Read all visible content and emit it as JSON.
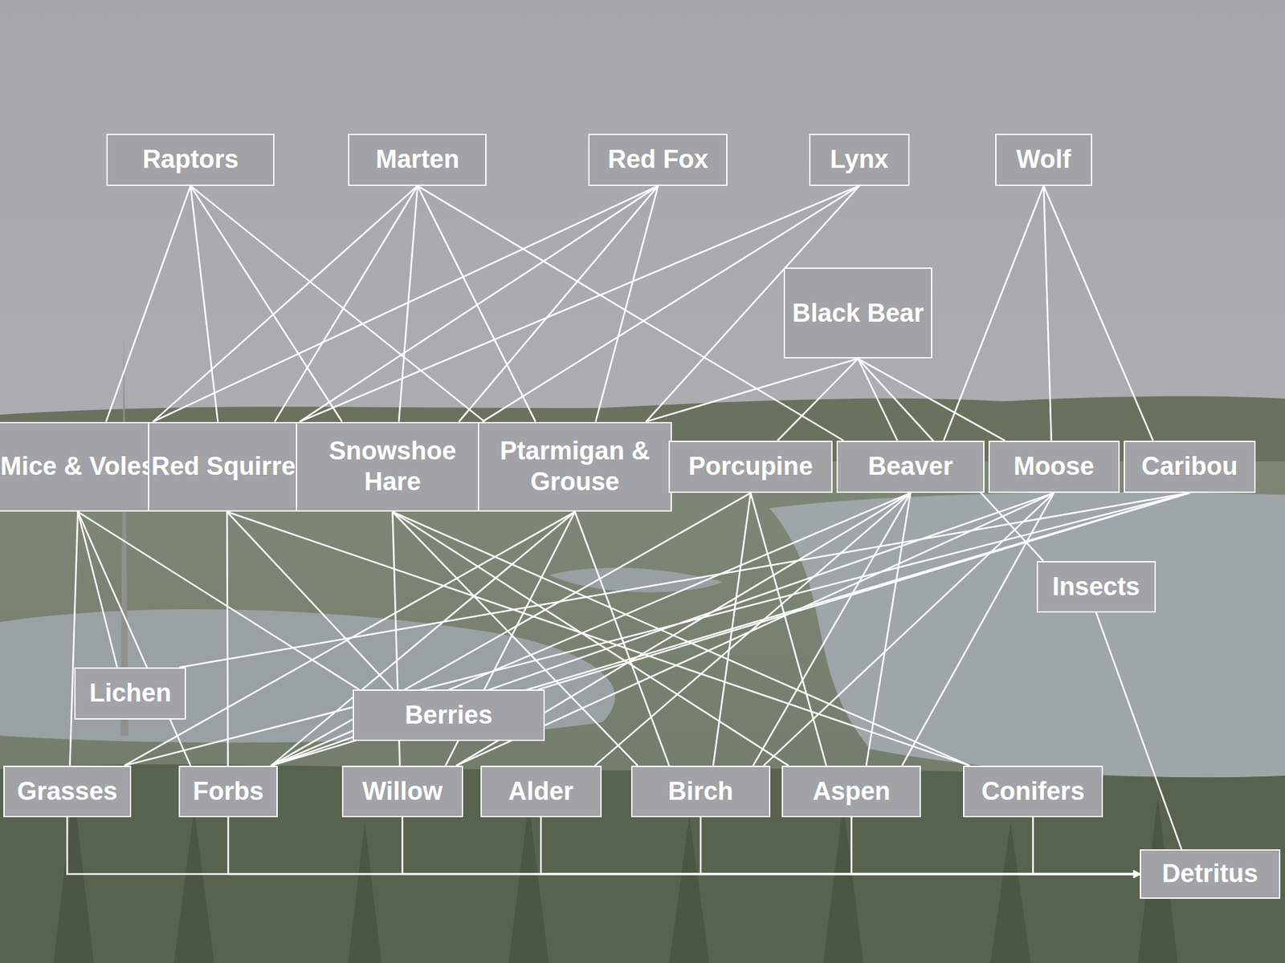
{
  "diagram": {
    "nodes": [
      {
        "text": [
          "Raptors"
        ]
      },
      {
        "text": [
          "Marten"
        ]
      },
      {
        "text": [
          "Red Fox"
        ]
      },
      {
        "text": [
          "Lynx"
        ]
      },
      {
        "text": [
          "Wolf"
        ]
      },
      {
        "text": [
          "Black Bear"
        ]
      },
      {
        "text": [
          "Mice & Voles"
        ]
      },
      {
        "text": [
          "Red Squirrel"
        ]
      },
      {
        "text": [
          "Snowshoe Hare"
        ]
      },
      {
        "text": [
          "Ptarmigan & Grouse"
        ]
      },
      {
        "text": [
          "Porcupine"
        ]
      },
      {
        "text": [
          "Beaver"
        ]
      },
      {
        "text": [
          "Moose"
        ]
      },
      {
        "text": [
          "Caribou"
        ]
      },
      {
        "text": [
          "Insects"
        ]
      },
      {
        "text": [
          "Lichen"
        ]
      },
      {
        "text": [
          "Berries"
        ]
      },
      {
        "text": [
          "Grasses"
        ]
      },
      {
        "text": [
          "Forbs"
        ]
      },
      {
        "text": [
          "Willow"
        ]
      },
      {
        "text": [
          "Alder"
        ]
      },
      {
        "text": [
          "Birch"
        ]
      },
      {
        "text": [
          "Aspen"
        ]
      },
      {
        "text": [
          "Conifers"
        ]
      },
      {
        "text": [
          "Detritus"
        ]
      }
    ],
    "edges": [
      {
        "from": 0,
        "to": 6,
        "arrow": "none"
      },
      {
        "from": 0,
        "to": 7,
        "arrow": "none"
      },
      {
        "from": 0,
        "to": 8,
        "arrow": "none"
      },
      {
        "from": 0,
        "to": 9,
        "arrow": "none"
      },
      {
        "from": 1,
        "to": 6,
        "arrow": "none"
      },
      {
        "from": 1,
        "to": 7,
        "arrow": "none"
      },
      {
        "from": 1,
        "to": 8,
        "arrow": "none"
      },
      {
        "from": 1,
        "to": 9,
        "arrow": "none"
      },
      {
        "from": 1,
        "to": 11,
        "arrow": "none"
      },
      {
        "from": 2,
        "to": 6,
        "arrow": "none"
      },
      {
        "from": 2,
        "to": 7,
        "arrow": "none"
      },
      {
        "from": 2,
        "to": 8,
        "arrow": "none"
      },
      {
        "from": 2,
        "to": 9,
        "arrow": "none"
      },
      {
        "from": 3,
        "to": 7,
        "arrow": "none"
      },
      {
        "from": 3,
        "to": 8,
        "arrow": "none"
      },
      {
        "from": 3,
        "to": 9,
        "arrow": "none"
      },
      {
        "from": 4,
        "to": 11,
        "arrow": "none"
      },
      {
        "from": 4,
        "to": 12,
        "arrow": "none"
      },
      {
        "from": 4,
        "to": 13,
        "arrow": "none"
      },
      {
        "from": 5,
        "to": 9,
        "arrow": "none"
      },
      {
        "from": 5,
        "to": 10,
        "arrow": "none"
      },
      {
        "from": 5,
        "to": 11,
        "arrow": "none"
      },
      {
        "from": 5,
        "to": 12,
        "arrow": "none"
      },
      {
        "from": 5,
        "to": 14,
        "arrow": "none"
      },
      {
        "from": 6,
        "to": 17,
        "arrow": "none"
      },
      {
        "from": 6,
        "to": 15,
        "arrow": "none"
      },
      {
        "from": 6,
        "to": 18,
        "arrow": "none"
      },
      {
        "from": 6,
        "to": 16,
        "arrow": "none"
      },
      {
        "from": 7,
        "to": 18,
        "arrow": "none"
      },
      {
        "from": 7,
        "to": 16,
        "arrow": "none"
      },
      {
        "from": 7,
        "to": 23,
        "arrow": "none"
      },
      {
        "from": 8,
        "to": 19,
        "arrow": "none"
      },
      {
        "from": 8,
        "to": 21,
        "arrow": "none"
      },
      {
        "from": 8,
        "to": 22,
        "arrow": "none"
      },
      {
        "from": 8,
        "to": 23,
        "arrow": "none"
      },
      {
        "from": 9,
        "to": 17,
        "arrow": "none"
      },
      {
        "from": 9,
        "to": 18,
        "arrow": "none"
      },
      {
        "from": 9,
        "to": 19,
        "arrow": "none"
      },
      {
        "from": 9,
        "to": 21,
        "arrow": "none"
      },
      {
        "from": 10,
        "to": 18,
        "arrow": "none"
      },
      {
        "from": 10,
        "to": 21,
        "arrow": "none"
      },
      {
        "from": 10,
        "to": 22,
        "arrow": "none"
      },
      {
        "from": 11,
        "to": 18,
        "arrow": "none"
      },
      {
        "from": 11,
        "to": 19,
        "arrow": "none"
      },
      {
        "from": 11,
        "to": 20,
        "arrow": "none"
      },
      {
        "from": 11,
        "to": 21,
        "arrow": "none"
      },
      {
        "from": 11,
        "to": 22,
        "arrow": "none"
      },
      {
        "from": 12,
        "to": 18,
        "arrow": "none"
      },
      {
        "from": 12,
        "to": 19,
        "arrow": "none"
      },
      {
        "from": 12,
        "to": 21,
        "arrow": "none"
      },
      {
        "from": 12,
        "to": 22,
        "arrow": "none"
      },
      {
        "from": 13,
        "to": 15,
        "arrow": "none"
      },
      {
        "from": 13,
        "to": 17,
        "arrow": "none"
      },
      {
        "from": 13,
        "to": 18,
        "arrow": "none"
      },
      {
        "from": 13,
        "to": 16,
        "arrow": "none"
      },
      {
        "from": 14,
        "to": 24,
        "arrow": "none"
      },
      {
        "from": 17,
        "to": 24,
        "arrow": "to"
      },
      {
        "from": 18,
        "to": 24,
        "arrow": "to"
      },
      {
        "from": 19,
        "to": 24,
        "arrow": "to"
      },
      {
        "from": 20,
        "to": 24,
        "arrow": "to"
      },
      {
        "from": 21,
        "to": 24,
        "arrow": "to"
      },
      {
        "from": 22,
        "to": 24,
        "arrow": "to"
      },
      {
        "from": 23,
        "to": 24,
        "arrow": "to"
      }
    ]
  }
}
